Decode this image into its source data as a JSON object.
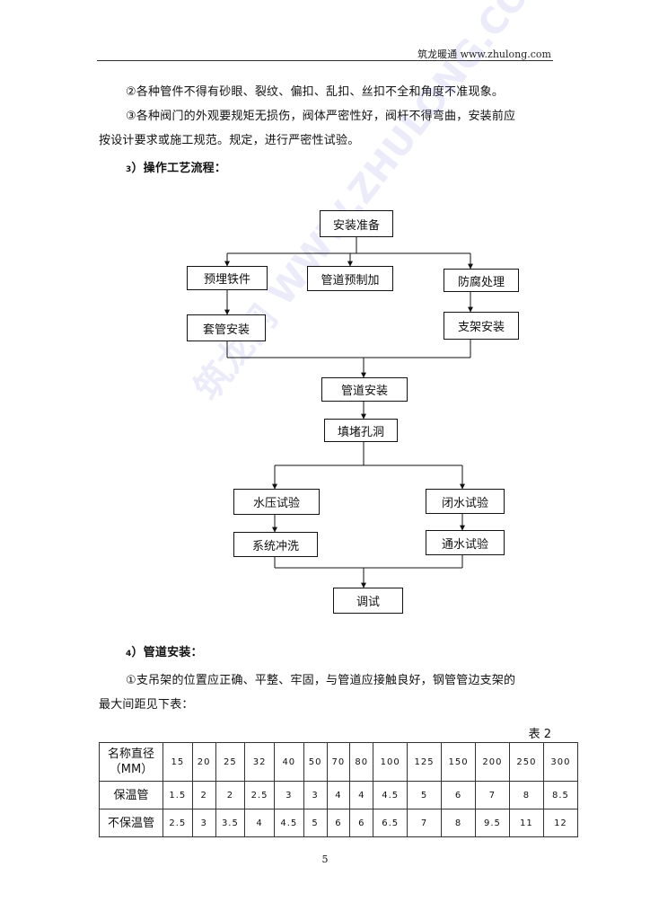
{
  "header": {
    "site": "筑龙暖通 www.zhulong.com"
  },
  "paragraphs": {
    "p1": "②各种管件不得有砂眼、裂纹、偏扣、乱扣、丝扣不全和角度不准现象。",
    "p2_line1": "③各种阀门的外观要规矩无损伤，阀体严密性好，阀杆不得弯曲，安装前应",
    "p2_line2": "按设计要求或施工规范。规定，进行严密性试验。"
  },
  "section3": {
    "num": "3",
    "title": "）操作工艺流程："
  },
  "flowchart": {
    "install_prep": "安装准备",
    "embed_iron": "预埋铁件",
    "pipe_prefab": "管道预制加",
    "anticorrosion": "防腐处理",
    "sleeve_install": "套管安装",
    "support_install": "支架安装",
    "pipe_install": "管道安装",
    "fill_holes": "填堵孔洞",
    "hydro_test": "水压试验",
    "closed_water_test": "闭水试验",
    "system_flush": "系统冲洗",
    "water_flow_test": "通水试验",
    "debug": "调试"
  },
  "watermark": {
    "text": "筑龙网 WWW.ZHULONG.COM"
  },
  "section4": {
    "num": "4",
    "title": "）管道安装：",
    "p1_line1": "①支吊架的位置应正确、平整、牢固，与管道应接触良好，钢管管边支架的",
    "p1_line2": "最大间距见下表："
  },
  "table": {
    "caption": "表 2",
    "header_label_line1": "名称直径",
    "header_label_line2": "（MM）",
    "diameters": [
      "15",
      "20",
      "25",
      "32",
      "40",
      "50",
      "70",
      "80",
      "100",
      "125",
      "150",
      "200",
      "250",
      "300"
    ],
    "rows": [
      {
        "label": "保温管",
        "values": [
          "1.5",
          "2",
          "2",
          "2.5",
          "3",
          "3",
          "4",
          "4",
          "4.5",
          "5",
          "6",
          "7",
          "8",
          "8.5"
        ]
      },
      {
        "label": "不保温管",
        "values": [
          "2.5",
          "3",
          "3.5",
          "4",
          "4.5",
          "5",
          "6",
          "6",
          "6.5",
          "7",
          "8",
          "9.5",
          "11",
          "12"
        ]
      }
    ]
  },
  "footer": {
    "page_number": "5"
  }
}
